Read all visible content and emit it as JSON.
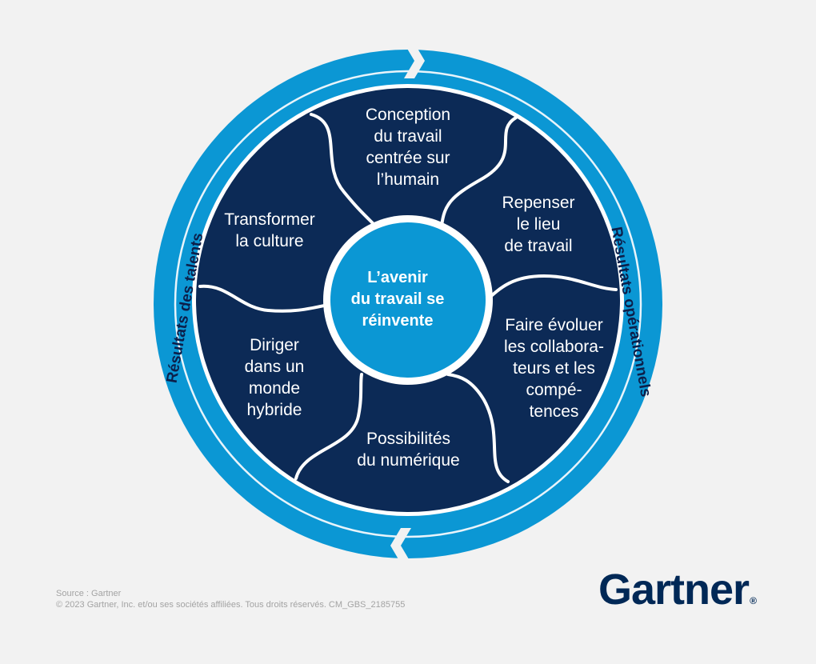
{
  "colors": {
    "background": "#f2f2f2",
    "ring": "#0b97d4",
    "segment": "#0c2a56",
    "segment_border": "#ffffff",
    "hub": "#0b97d4",
    "brand": "#002856",
    "footer": "#a3a3a3"
  },
  "hub": {
    "label": "L’avenir\ndu travail se\nréinvente"
  },
  "segments": [
    {
      "label": "Conception\ndu travail\ncentrée sur\nl’humain"
    },
    {
      "label": "Repenser\nle lieu\nde travail"
    },
    {
      "label": "Faire évoluer\nles collabora-\nteurs et les\ncompé-\ntences"
    },
    {
      "label": "Possibilités\ndu numérique"
    },
    {
      "label": "Diriger\ndans un\nmonde\nhybride"
    },
    {
      "label": "Transformer\nla culture"
    }
  ],
  "ring_labels": {
    "left": "Résultats des talents",
    "right": "Résultats opérationnels"
  },
  "footer": {
    "source": "Source : Gartner",
    "copyright": "© 2023 Gartner, Inc. et/ou ses sociétés affiliées. Tous droits réservés. CM_GBS_2185755"
  },
  "brand": {
    "name": "Gartner",
    "mark": "®"
  }
}
